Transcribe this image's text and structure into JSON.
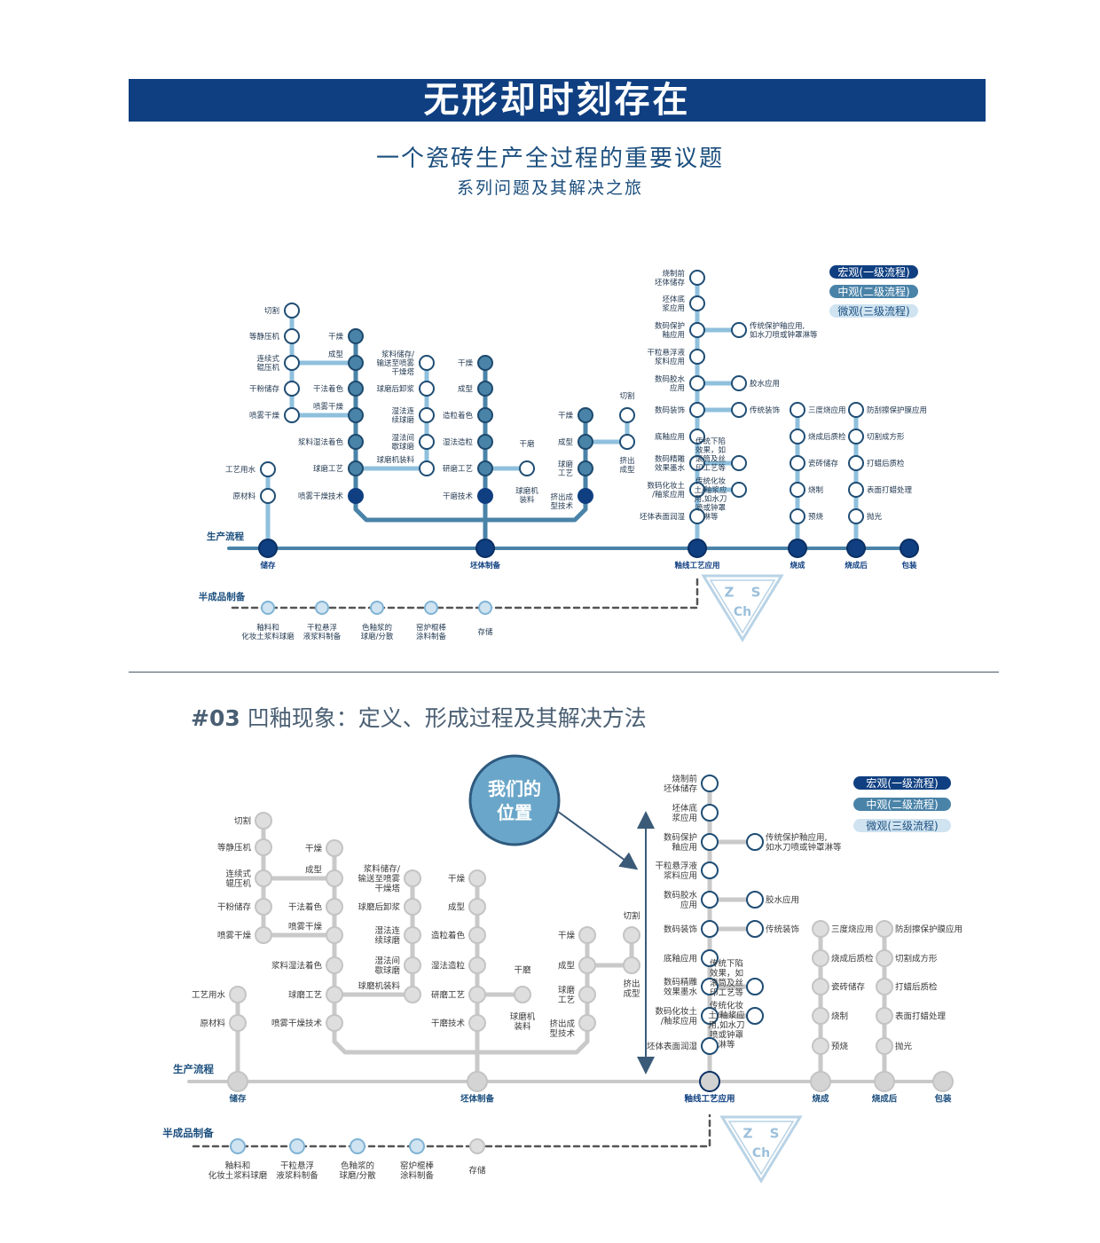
{
  "header": {
    "title": "无形却时刻存在",
    "subtitle": "一个瓷砖生产全过程的重要议题",
    "subtitle2": "系列问题及其解决之旅"
  },
  "section": {
    "number": "#03",
    "title": "凹釉现象：定义、形成过程及其解决方法"
  },
  "callout": {
    "line1": "我们的",
    "line2": "位置"
  },
  "legend": [
    "宏观(一级流程)",
    "中观(二级流程)",
    "微观(三级流程)"
  ],
  "colors": {
    "macro": "#0f3f81",
    "meso": "#4a83a8",
    "micro": "#cfe3f1",
    "line": "#8fc0dd",
    "grey": "#c9c9c9"
  },
  "labels": {
    "prod_flow": "生产流程",
    "semi": "半成品制备",
    "stations": [
      "储存",
      "坯体制备",
      "釉线工艺应用",
      "烧成",
      "烧成后",
      "包装"
    ],
    "semi_items": [
      "釉料和\n化妆土浆料球磨",
      "干粒悬浮\n液浆料制备",
      "色釉浆的\n球磨/分散",
      "窑炉棍棒\n涂料制备",
      "存储"
    ],
    "raw": [
      "工艺用水",
      "原材料"
    ],
    "press": [
      "切割",
      "等静压机",
      "连续式\n辊压机",
      "干粉储存",
      "喷雾干燥"
    ],
    "dry": [
      "干燥",
      "成型",
      "干法着色",
      "喷雾干燥",
      "浆料湿法着色",
      "球磨工艺",
      "喷雾干燥技术"
    ],
    "slurry": [
      "浆料储存/\n输送至喷雾\n干燥塔",
      "球磨后卸浆",
      "湿法连\n续球磨",
      "湿法间\n歇球磨",
      "球磨机装料"
    ],
    "body": [
      "干燥",
      "成型",
      "造粒着色",
      "湿法造粒",
      "研磨工艺",
      "干磨技术"
    ],
    "drymill": [
      "干磨",
      "球磨机\n装料"
    ],
    "extrude": [
      "干燥",
      "成型",
      "球磨\n工艺",
      "挤出成\n型技术"
    ],
    "extrude2": [
      "切割",
      "挤出\n成型"
    ],
    "glaze": [
      "烧制前\n坯体储存",
      "坯体底\n浆应用",
      "数码保护\n釉应用",
      "干粒悬浮液\n浆料应用",
      "数码胶水\n应用",
      "数码装饰",
      "底釉应用",
      "数码精雕\n效果墨水",
      "数码化妆土\n/釉浆应用",
      "坯体表面润湿"
    ],
    "glaze_side": [
      "传统保护釉应用,\n如水刀喷或钟罩淋等",
      "胶水应用",
      "传统装饰",
      "传统下陷\n效果，如\n滚筒及丝\n印工艺等",
      "传统化妆\n土/釉浆应\n用,如水刀\n喷或钟罩\n淋等"
    ],
    "kiln": [
      "三度烧应用",
      "烧成后质检",
      "瓷砖储存",
      "烧制",
      "预烧"
    ],
    "post": [
      "防刮擦保护膜应用",
      "切割成方形",
      "打蜡后质检",
      "表面打蜡处理",
      "抛光"
    ],
    "logo": [
      "Z",
      "S",
      "Ch"
    ]
  }
}
